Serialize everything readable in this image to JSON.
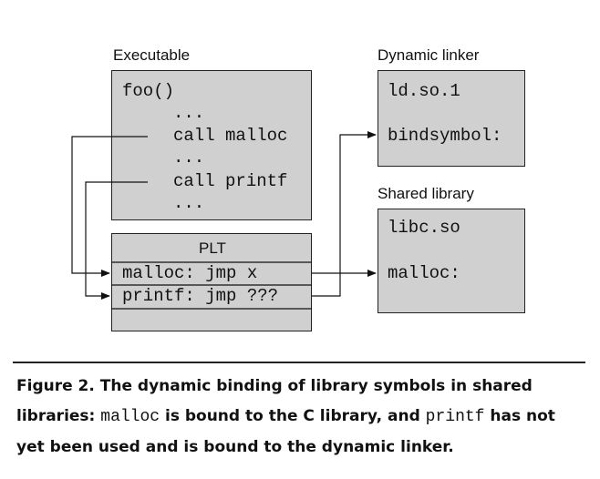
{
  "executable": {
    "title": "Executable",
    "lines": [
      "foo()",
      "...",
      "call malloc",
      "...",
      "call printf",
      "..."
    ]
  },
  "plt": {
    "title": "PLT",
    "entries": [
      "malloc: jmp x",
      "printf: jmp ???"
    ]
  },
  "dynamic_linker": {
    "title": "Dynamic linker",
    "lines": [
      "ld.so.1",
      "bindsymbol:"
    ]
  },
  "shared_library": {
    "title": "Shared library",
    "lines": [
      "libc.so",
      "malloc:"
    ]
  },
  "caption": {
    "prefix": "Figure 2. The dynamic binding of library symbols in shared libraries: ",
    "code1": "malloc",
    "mid": " is bound to the C library, and ",
    "code2": "printf",
    "suffix": " has not yet been used and is bound to the dynamic linker."
  }
}
